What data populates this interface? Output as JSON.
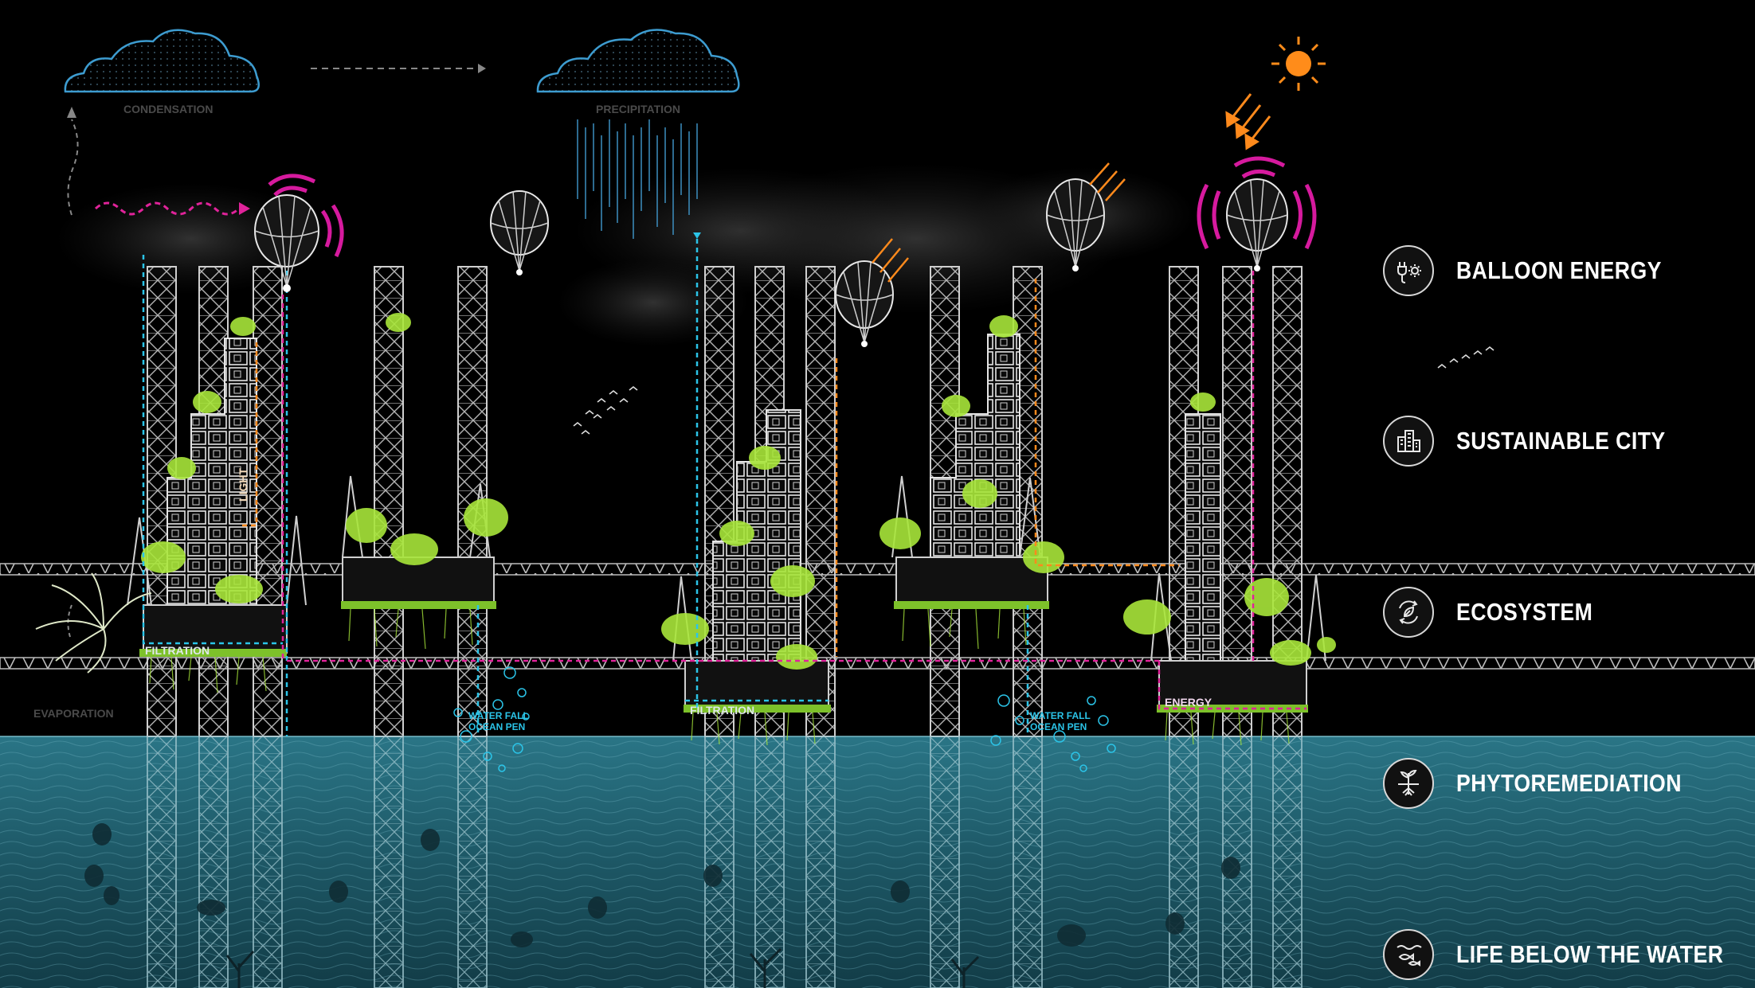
{
  "diagram": {
    "labels": {
      "condensation": "CONDENSATION",
      "precipitation": "PRECIPITATION",
      "evaporation": "EVAPORATION",
      "filtration_1": "FILTRATION",
      "filtration_2": "FILTRATION",
      "light": "LIGHT",
      "energy": "ENERGY",
      "water_fall_1a": "WATER FALL",
      "water_fall_1b": "OCEAN PEN",
      "water_fall_2a": "WATER FALL",
      "water_fall_2b": "OCEAN PEN"
    },
    "legend": [
      {
        "label": "BALLOON ENERGY",
        "icon": "plug-sun-icon"
      },
      {
        "label": "SUSTAINABLE CITY",
        "icon": "city-buildings-icon"
      },
      {
        "label": "ECOSYSTEM",
        "icon": "leaf-cycle-icon"
      },
      {
        "label": "PHYTOREMEDIATION",
        "icon": "plant-roots-icon"
      },
      {
        "label": "LIFE BELOW THE WATER",
        "icon": "fish-wave-icon"
      }
    ],
    "colors": {
      "background": "#000000",
      "sea": "#1e5f6e",
      "water_flow": "#2bc4e8",
      "energy_flow": "#e0239a",
      "light_flow": "#ff8a1c",
      "vegetation": "#a8e63a",
      "signal": "#d61a9e",
      "sun": "#ff8c1a"
    }
  }
}
